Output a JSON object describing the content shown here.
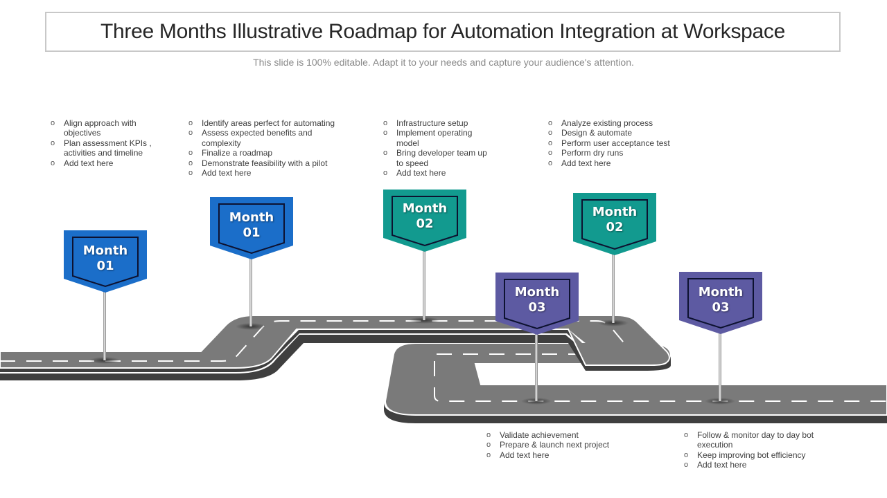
{
  "header": {
    "title": "Three Months Illustrative Roadmap for Automation Integration at Workspace",
    "subtitle": "This slide is 100% editable. Adapt it to your needs and capture your audience's attention."
  },
  "colors": {
    "month1": "#1b6ec9",
    "month2": "#129a8f",
    "month3": "#5d5aa2",
    "road": "#7a7a7a",
    "road_side": "#3f3f3f",
    "text": "#404040"
  },
  "milestones": [
    {
      "label_line1": "Month",
      "label_line2": "01",
      "month": "month1",
      "bullets": [
        "Align approach with objectives",
        "Plan assessment KPIs , activities and timeline",
        "Add text here"
      ]
    },
    {
      "label_line1": "Month",
      "label_line2": "01",
      "month": "month1",
      "bullets": [
        "Identify areas perfect for automating",
        "Assess expected benefits and complexity",
        "Finalize a roadmap",
        "Demonstrate feasibility with a pilot",
        "Add text here"
      ]
    },
    {
      "label_line1": "Month",
      "label_line2": "02",
      "month": "month2",
      "bullets": [
        "Infrastructure setup",
        "Implement operating model",
        "Bring developer team up to speed",
        "Add text here"
      ]
    },
    {
      "label_line1": "Month",
      "label_line2": "02",
      "month": "month2",
      "bullets": [
        "Analyze  existing process",
        "Design & automate",
        "Perform user acceptance test",
        "Perform dry runs",
        "Add text here"
      ]
    },
    {
      "label_line1": "Month",
      "label_line2": "03",
      "month": "month3",
      "bullets": [
        "Validate achievement",
        "Prepare & launch next project",
        "Add text here"
      ]
    },
    {
      "label_line1": "Month",
      "label_line2": "03",
      "month": "month3",
      "bullets": [
        "Follow & monitor day to  day bot execution",
        "Keep improving bot efficiency",
        "Add text here"
      ]
    }
  ]
}
